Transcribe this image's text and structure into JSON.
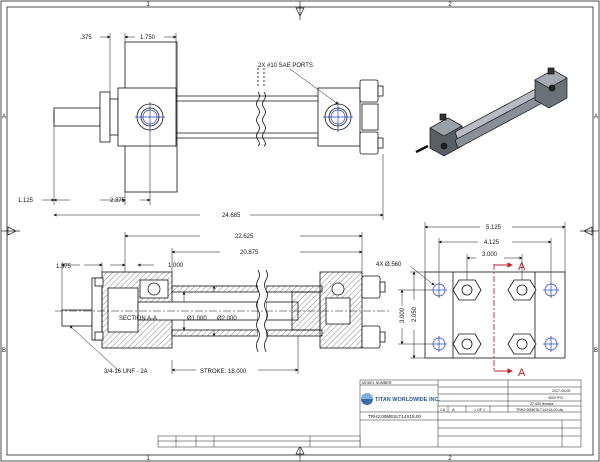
{
  "frame": {
    "columns": [
      "1",
      "2"
    ],
    "rows": [
      "A",
      "B"
    ]
  },
  "top_view": {
    "dims": {
      "d_375": ".375",
      "d_1750": "1.750",
      "d_1125": "1.125",
      "d_2375": "2.375",
      "d_24685": "24.685"
    },
    "ports_callout": "2X #10 SAE PORTS"
  },
  "section_view": {
    "dims": {
      "d_22625": "22.625",
      "d_20875": "20.875",
      "d_1375": "1.375",
      "d_1000": "1.000",
      "dia_1000": "Ø1.000",
      "dia_2000": "Ø2.000"
    },
    "section_label": "SECTION A-A",
    "thread_callout": "3/4-16 UNF - 2A",
    "stroke_label": "STROKE: 18.000"
  },
  "end_view": {
    "dims": {
      "d_5125": "5.125",
      "d_4125": "4.125",
      "d_3000_h": "3.000",
      "d_3000_v": "3.000",
      "d_2050": "2.050"
    },
    "hole_callout": "4X Ø.560",
    "section_mark": "A"
  },
  "title_block": {
    "model_number_label": "MODEL NUMBER:",
    "company": "TITAN WORLDWIDE INC.",
    "date": "2017-05-05",
    "pressure": "3000 PSI",
    "weight": "27.400 lbmass",
    "size": "A",
    "scale": "1:6",
    "sheet": "1 OF 1",
    "drawing_file": "TRH2.00MESLT14X18.00.dw",
    "part_number": "TRH2.00MESLT14X18.00"
  }
}
